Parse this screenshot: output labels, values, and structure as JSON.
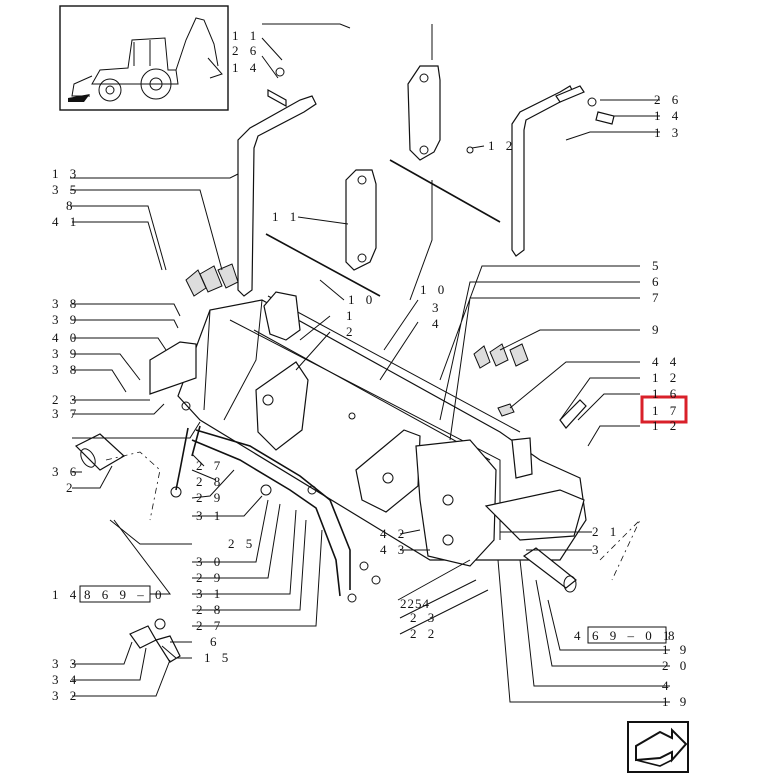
{
  "callouts": {
    "top_11": "1 1",
    "top_26a": "2 6",
    "top_14a": "1 4",
    "right_26": "2 6",
    "right_14": "1 4",
    "right_13": "1 3",
    "mid_12": "1 2",
    "mid_11": "1 1",
    "mid_10": "1 0",
    "left_13": "1 3",
    "left_35": "3 5",
    "left_8": "8",
    "left_41": "4 1",
    "r_5": "5",
    "r_6": "6",
    "r_7": "7",
    "r_9": "9",
    "r_10": "1 0",
    "r_3": "3",
    "r_4": "4",
    "r_1": "1",
    "r_2": "2",
    "r_44": "4 4",
    "r_12a": "1 2",
    "r_16": "1 6",
    "r_17": "1 7",
    "r_12b": "1 2",
    "l_38a": "3 8",
    "l_39a": "3 9",
    "l_40": "4 0",
    "l_39b": "3 9",
    "l_38b": "3 8",
    "l_23": "2 3",
    "l_37": "3 7",
    "l_36": "3 6",
    "l_2": "2",
    "b_27a": "2 7",
    "b_28a": "2 8",
    "b_29a": "2 9",
    "b_31a": "3 1",
    "b_25": "2 5",
    "b_30": "3 0",
    "b_29b": "2 9",
    "b_31b": "3 1",
    "b_28b": "2 8",
    "b_27b": "2 7",
    "b_6": "6",
    "b_15": "1 5",
    "b_42": "4 2",
    "b_43": "4 3",
    "b_2254": "2254",
    "b_23": "2 3",
    "b_22": "2 2",
    "b_21": "2 1",
    "b_3": "3",
    "l_33": "3 3",
    "l_34": "3 4",
    "l_32": "3 2",
    "r_19a": "1 9",
    "r_20": "2 0",
    "r_4b": "4",
    "r_19b": "1 9",
    "ref_left_prefix": "1 4",
    "ref_left": "8 6 9 – 0",
    "ref_right_prefix": "4",
    "ref_right": "6 9 – 0 1",
    "ref_right_suffix": "8"
  },
  "highlight": {
    "label": "1 7",
    "color": "#d9202a"
  },
  "icons": {
    "thumbnail": "backhoe-loader-thumbnail",
    "nav": "next-page-arrow-icon"
  }
}
